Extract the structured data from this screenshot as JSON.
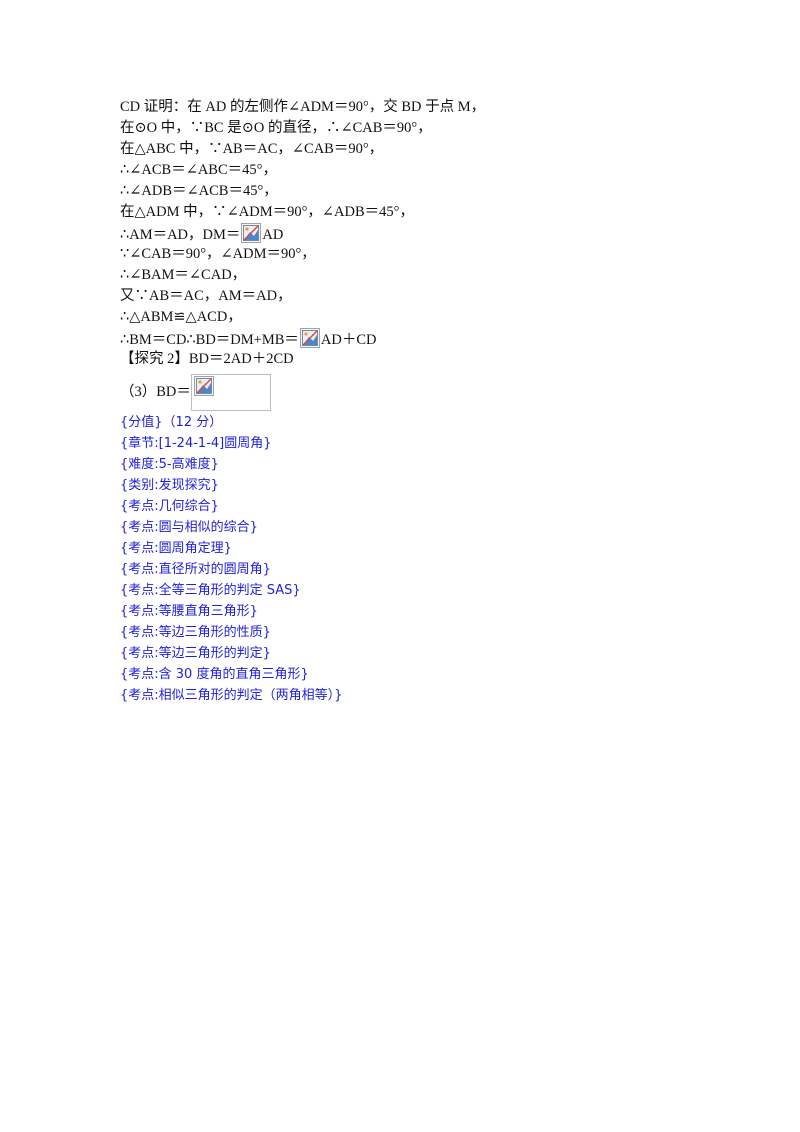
{
  "proof": {
    "l1": "CD 证明：在 AD 的左侧作∠ADM＝90°，交 BD 于点 M，",
    "l2": "在⊙O 中，∵BC 是⊙O 的直径，∴∠CAB＝90°，",
    "l3": "在△ABC 中，∵AB＝AC，∠CAB＝90°，",
    "l4": "∴∠ACB＝∠ABC＝45°，",
    "l5": "∴∠ADB＝∠ACB＝45°，",
    "l6": "在△ADM 中，∵∠ADM＝90°，∠ADB＝45°，",
    "l7_a": "∴AM＝AD，DM＝",
    "l7_b": "AD",
    "l8": "∵∠CAB＝90°，∠ADM＝90°，",
    "l9": "∴∠BAM＝∠CAD，",
    "l10": "又∵AB＝AC，AM＝AD，",
    "l11": "∴△ABM≌△ACD，",
    "l12_a": "∴BM＝CD∴BD＝DM+MB＝",
    "l12_b": "AD＋CD",
    "l13": "【探究 2】BD＝2AD＋2CD",
    "l14_a": "（3）BD＝"
  },
  "tags": [
    "{分值}（12 分）",
    "{章节:[1-24-1-4]圆周角}",
    "{难度:5-高难度}",
    "{类别:发现探究}",
    "{考点:几何综合}",
    "{考点:圆与相似的综合}",
    "{考点:圆周角定理}",
    "{考点:直径所对的圆周角}",
    "{考点:全等三角形的判定 SAS}",
    "{考点:等腰直角三角形}",
    "{考点:等边三角形的性质}",
    "{考点:等边三角形的判定}",
    "{考点:含 30 度角的直角三角形}",
    "{考点:相似三角形的判定（两角相等）}"
  ],
  "icons": {
    "formula_image": "broken-image-icon"
  },
  "colors": {
    "text": "#111111",
    "tag_text": "#1f1fd6"
  }
}
